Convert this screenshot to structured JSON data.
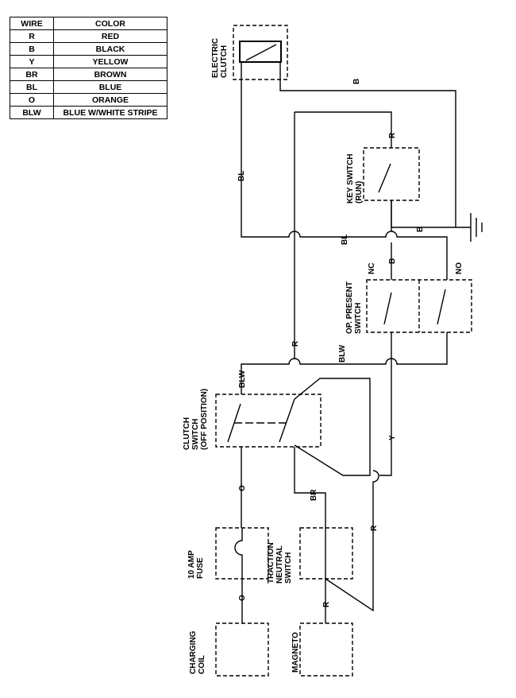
{
  "legend": {
    "header_wire": "WIRE",
    "header_color": "COLOR",
    "rows": [
      {
        "wire": "R",
        "color": "RED"
      },
      {
        "wire": "B",
        "color": "BLACK"
      },
      {
        "wire": "Y",
        "color": "YELLOW"
      },
      {
        "wire": "BR",
        "color": "BROWN"
      },
      {
        "wire": "BL",
        "color": "BLUE"
      },
      {
        "wire": "O",
        "color": "ORANGE"
      },
      {
        "wire": "BLW",
        "color": "BLUE W/WHITE STRIPE"
      }
    ]
  },
  "components": {
    "electric_clutch": [
      "ELECTRIC",
      "CLUTCH"
    ],
    "key_switch": [
      "KEY SWITCH",
      "(RUN)"
    ],
    "op_present_switch": [
      "OP. PRESENT",
      "SWITCH"
    ],
    "op_nc": "NC",
    "op_no": "NO",
    "clutch_switch": [
      "CLUTCH",
      "SWITCH",
      "(OFF POSITION)"
    ],
    "fuse": [
      "10 AMP",
      "FUSE"
    ],
    "traction_neutral": [
      "TRACTION",
      "NEUTRAL",
      "SWITCH"
    ],
    "charging_coil": [
      "CHARGING",
      "COIL"
    ],
    "magneto": "MAGNETO"
  },
  "wire_labels": {
    "b_top": "B",
    "r_key": "R",
    "bl_left": "BL",
    "b_ground": "B",
    "bl_mid": "BL",
    "b_key_bottom": "B",
    "r_mid": "R",
    "blw_right": "BLW",
    "blw_top": "BLW",
    "y": "Y",
    "o_top": "O",
    "br": "BR",
    "r_right": "R",
    "o_bottom": "O",
    "r_bottom": "R"
  }
}
